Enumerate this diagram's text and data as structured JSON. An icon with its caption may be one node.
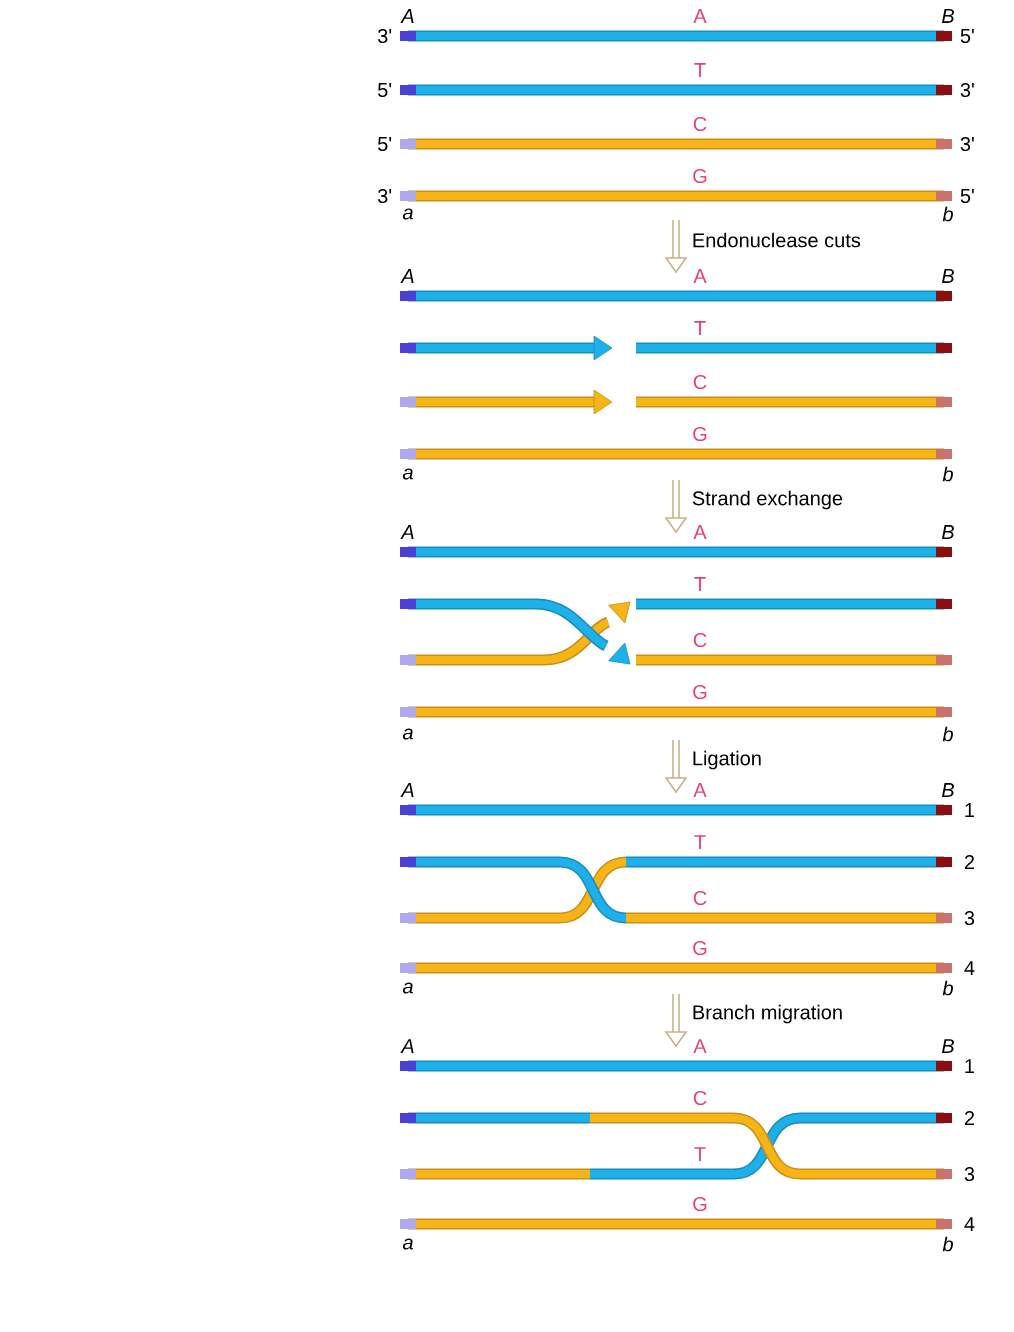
{
  "diagram": {
    "labels": [
      "A",
      "A",
      "B",
      "3'",
      "5'",
      "T",
      "5'",
      "3'",
      "C",
      "5'",
      "3'",
      "G",
      "3'",
      "5'",
      "a",
      "b",
      "Endonuclease cuts",
      "A",
      "A",
      "B",
      "T",
      "C",
      "G",
      "a",
      "b",
      "Strand exchange",
      "A",
      "A",
      "B",
      "T",
      "C",
      "G",
      "a",
      "b",
      "Ligation",
      "A",
      "A",
      "B",
      "1",
      "T",
      "2",
      "C",
      "3",
      "G",
      "4",
      "a",
      "b",
      "Branch migration",
      "A",
      "A",
      "B",
      "1",
      "C",
      "2",
      "T",
      "3",
      "G",
      "4",
      "a",
      "b"
    ]
  }
}
